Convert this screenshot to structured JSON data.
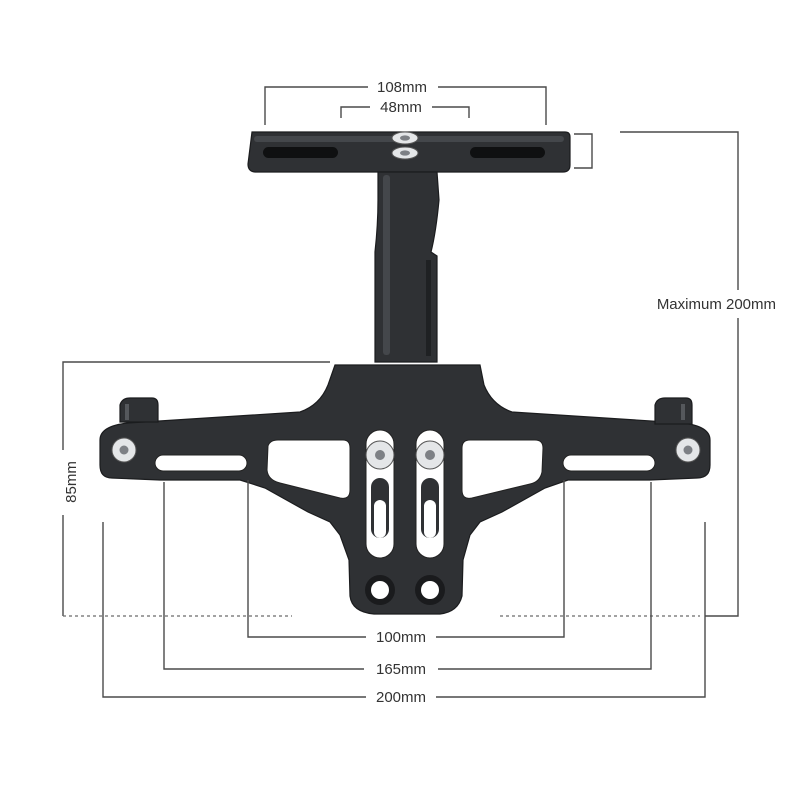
{
  "dimensions": {
    "top_outer_width": "108mm",
    "top_inner_width": "48mm",
    "max_height": "Maximum 200mm",
    "bracket_height": "85mm",
    "hole_spacing_inner": "100mm",
    "hole_spacing_outer": "165mm",
    "overall_width": "200mm"
  },
  "colors": {
    "metal": "#2f3134",
    "dimension_lines": "#4a4a4a",
    "background": "#ffffff"
  }
}
